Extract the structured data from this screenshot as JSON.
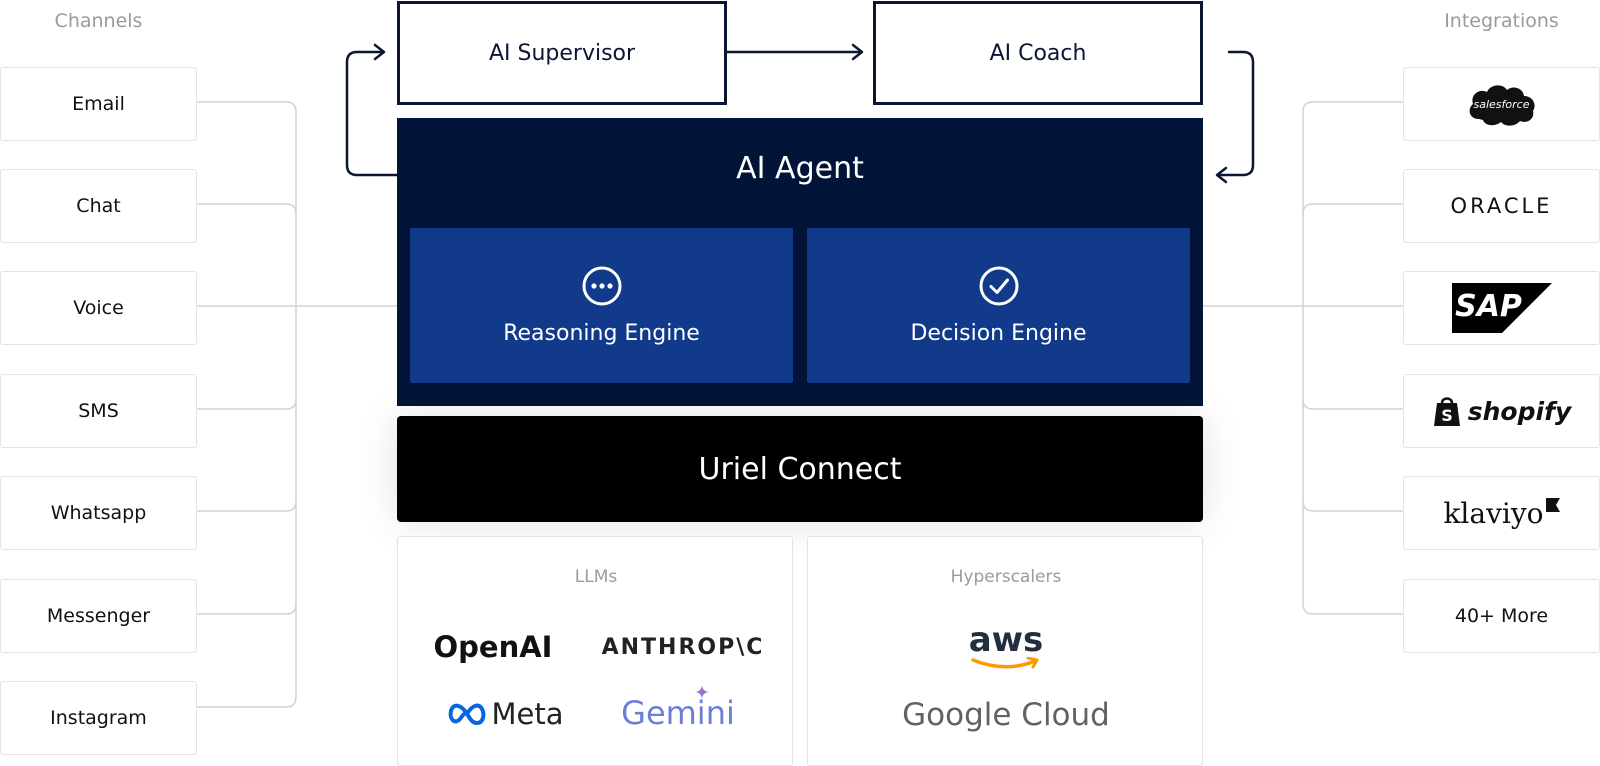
{
  "channels": {
    "title": "Channels",
    "items": [
      "Email",
      "Chat",
      "Voice",
      "SMS",
      "Whatsapp",
      "Messenger",
      "Instagram"
    ]
  },
  "integrations": {
    "title": "Integrations",
    "logos": [
      "salesforce",
      "ORACLE",
      "SAP",
      "shopify",
      "klaviyo"
    ],
    "more_label": "40+ More"
  },
  "top": {
    "supervisor_label": "AI Supervisor",
    "coach_label": "AI Coach"
  },
  "agent": {
    "title": "AI Agent",
    "reasoning_label": "Reasoning Engine",
    "decision_label": "Decision Engine"
  },
  "connect": {
    "label": "Uriel Connect"
  },
  "llms": {
    "title": "LLMs",
    "openai": "OpenAI",
    "anthropic": "ANTHROP\\C",
    "meta": "Meta",
    "gemini": "Gemini"
  },
  "hyperscalers": {
    "title": "Hyperscalers",
    "aws": "aws",
    "google_cloud": "Google Cloud"
  },
  "colors": {
    "navy": "#021538",
    "engine_blue": "#113b8a",
    "connect_black": "#000000",
    "connector_gray": "#d0d0d0"
  }
}
